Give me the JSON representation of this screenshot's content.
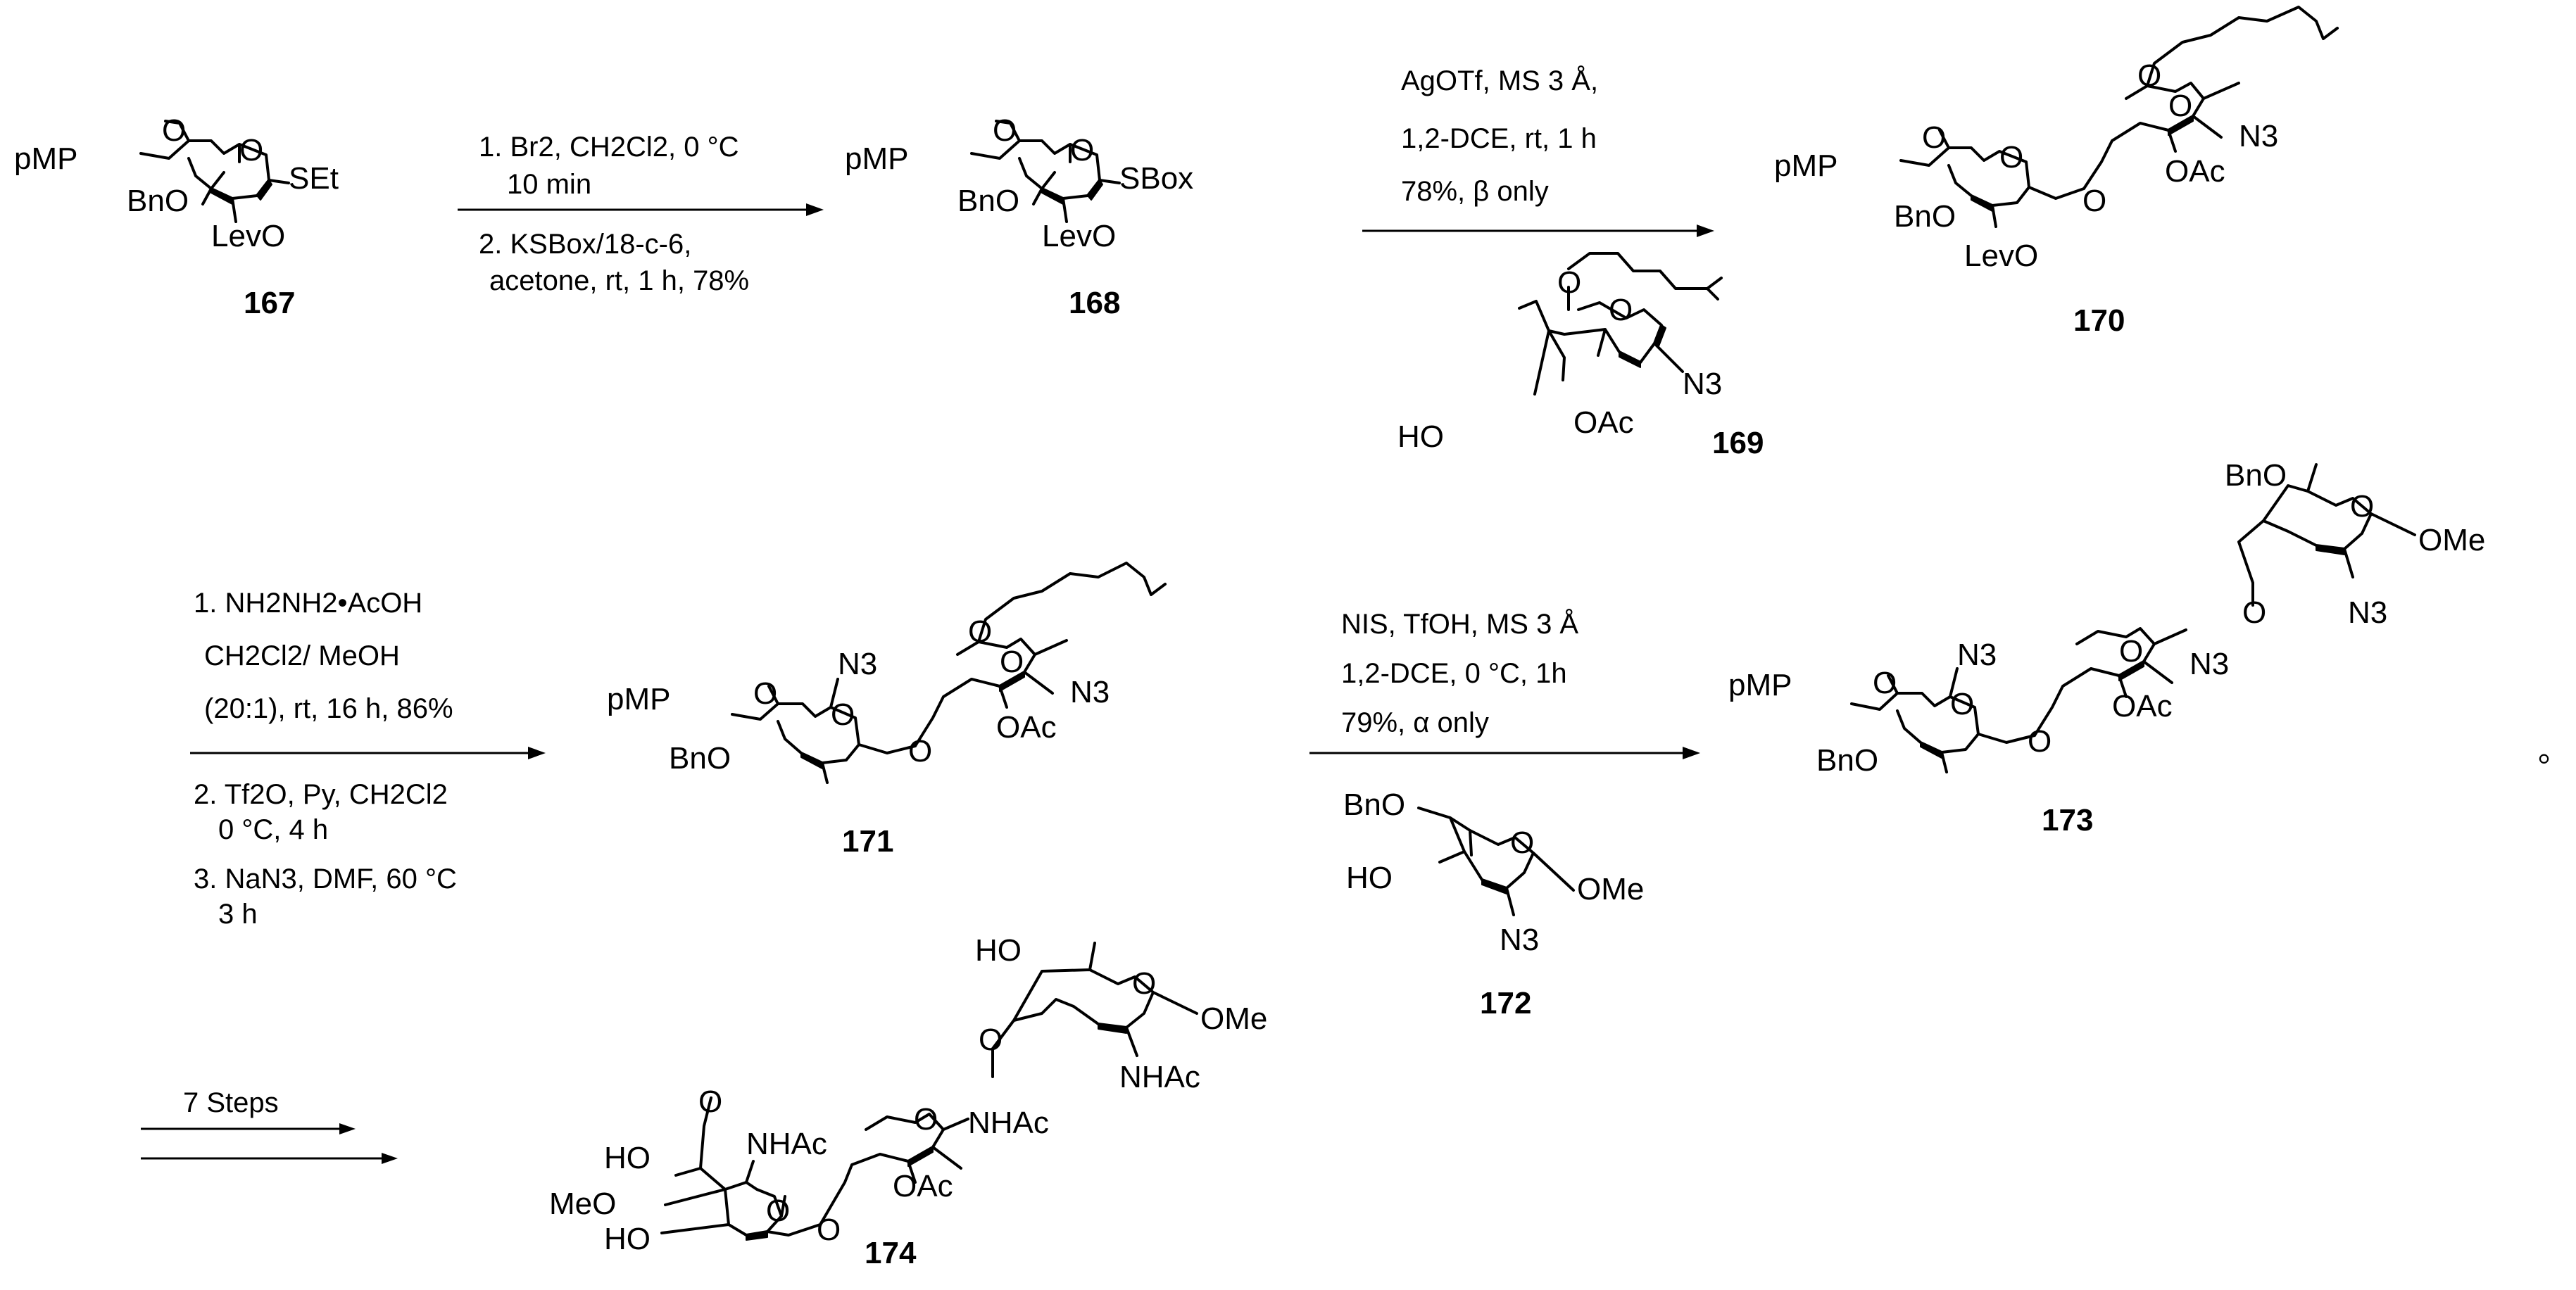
{
  "compounds": {
    "c167": {
      "number": "167",
      "labels": {
        "pmp": "pMP",
        "o_ring": "O",
        "o_acetal": "O",
        "o_bn": "BnO",
        "o_lev": "LevO",
        "sub": "SEt"
      }
    },
    "c168": {
      "number": "168",
      "labels": {
        "pmp": "pMP",
        "o_ring": "O",
        "o_acetal": "O",
        "o_bn": "BnO",
        "o_lev": "LevO",
        "sub": "SBox"
      }
    },
    "c169": {
      "number": "169",
      "labels": {
        "o_chain": "O",
        "o_ring": "O",
        "n3": "N3",
        "oac": "OAc",
        "ho": "HO"
      }
    },
    "c170": {
      "number": "170",
      "labels": {
        "pmp": "pMP",
        "o_acetal": "O",
        "o_ring": "O",
        "o_bn": "BnO",
        "o_lev": "LevO",
        "o_link": "O",
        "o_ring2": "O",
        "o_chain": "O",
        "n3": "N3",
        "oac": "OAc"
      }
    },
    "c171": {
      "number": "171",
      "labels": {
        "pmp": "pMP",
        "o_acetal": "O",
        "o_ring": "O",
        "o_bn": "BnO",
        "n3a": "N3",
        "o_link": "O",
        "o_ring2": "O",
        "o_chain": "O",
        "n3b": "N3",
        "oac": "OAc"
      }
    },
    "c172": {
      "number": "172",
      "labels": {
        "o_bn": "BnO",
        "ho": "HO",
        "o_ring": "O",
        "ome": "OMe",
        "n3": "N3"
      }
    },
    "c173": {
      "number": "173",
      "labels": {
        "pmp": "pMP",
        "o_acetal": "O",
        "o_ring": "O",
        "o_bn": "BnO",
        "n3a": "N3",
        "o_link": "O",
        "o_ring2": "O",
        "n3b": "N3",
        "oac": "OAc",
        "o_link2": "O",
        "o_bn2": "BnO",
        "o_ring3": "O",
        "ome": "OMe",
        "n3c": "N3"
      }
    },
    "c174": {
      "number": "174",
      "labels": {
        "ho_top": "HO",
        "o_ring3": "O",
        "ome": "OMe",
        "o_link2": "O",
        "nhac3": "NHAc",
        "o_ring2": "O",
        "nhac2": "NHAc",
        "oac": "OAc",
        "o_link": "O",
        "ho_acid": "HO",
        "o_carbonyl": "O",
        "nhac1": "NHAc",
        "meo": "MeO",
        "o_ring1": "O",
        "ho_bot": "HO"
      }
    }
  },
  "steps": {
    "s1": {
      "lines": [
        "1. Br2, CH2Cl2, 0 °C",
        "10 min",
        "2. KSBox/18-c-6,",
        "acetone, rt, 1 h, 78%"
      ]
    },
    "s2": {
      "lines": [
        "AgOTf, MS 3 Å,",
        "1,2-DCE, rt, 1 h",
        "78%, β only"
      ]
    },
    "s3": {
      "lines": [
        "1. NH2NH2•AcOH",
        "CH2Cl2/ MeOH",
        "(20:1), rt, 16 h, 86%",
        "2. Tf2O, Py, CH2Cl2",
        "0 °C, 4 h",
        "3. NaN3, DMF, 60 °C",
        "3 h"
      ]
    },
    "s4": {
      "lines": [
        "NIS, TfOH, MS 3 Å",
        "1,2-DCE, 0 °C, 1h",
        "79%, α only"
      ]
    },
    "s5": {
      "lines": [
        "7 Steps"
      ]
    }
  },
  "trailing_mark": "。"
}
